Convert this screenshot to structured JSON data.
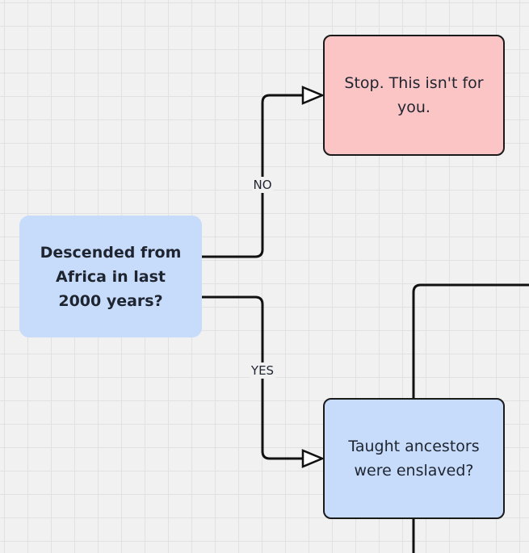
{
  "nodes": {
    "question": "Descended from Africa in last 2000 years?",
    "stop": "Stop. This isn't for you.",
    "taught": "Taught ancestors were enslaved?"
  },
  "edges": {
    "no": "NO",
    "yes": "YES"
  },
  "colors": {
    "canvas": "#f1f1f1",
    "grid": "#e1e1e1",
    "question_fill": "#c7dcfb",
    "stop_fill": "#fbc5c5",
    "taught_fill": "#c7dcfb",
    "connector": "#111111"
  }
}
